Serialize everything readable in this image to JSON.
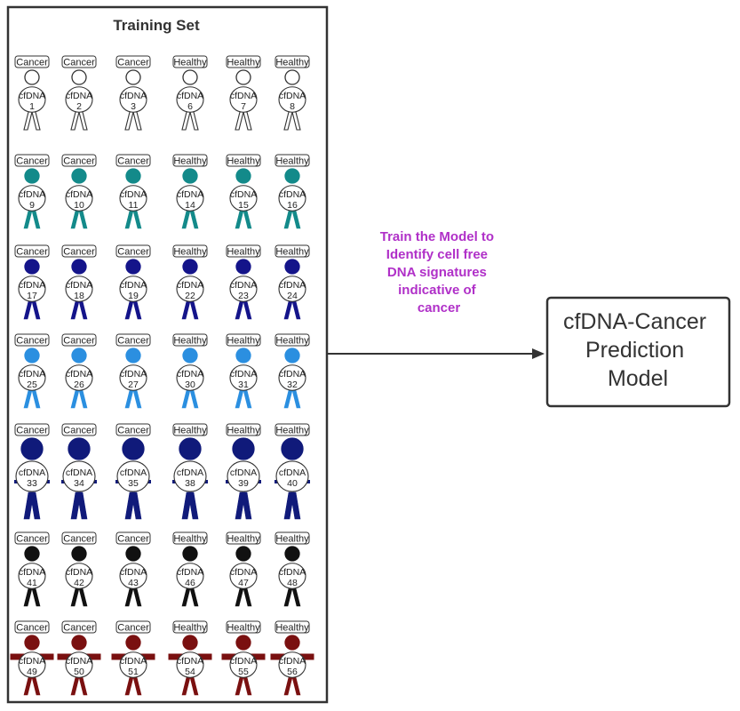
{
  "training_set": {
    "title": "Training Set",
    "rows": [
      {
        "color": "#ffffff",
        "figures": [
          {
            "label": "Cancer",
            "text": "cfDNA",
            "number": "1"
          },
          {
            "label": "Cancer",
            "text": "cfDNA",
            "number": "2"
          },
          {
            "label": "Cancer",
            "text": "cfDNA",
            "number": "3"
          },
          {
            "label": "Healthy",
            "text": "cfDNA",
            "number": "6"
          },
          {
            "label": "Healthy",
            "text": "cfDNA",
            "number": "7"
          },
          {
            "label": "Healthy",
            "text": "cfDNA",
            "number": "8"
          }
        ]
      },
      {
        "color": "#138a8a",
        "figures": [
          {
            "label": "Cancer",
            "text": "cfDNA",
            "number": "9"
          },
          {
            "label": "Cancer",
            "text": "cfDNA",
            "number": "10"
          },
          {
            "label": "Cancer",
            "text": "cfDNA",
            "number": "11"
          },
          {
            "label": "Healthy",
            "text": "cfDNA",
            "number": "14"
          },
          {
            "label": "Healthy",
            "text": "cfDNA",
            "number": "15"
          },
          {
            "label": "Healthy",
            "text": "cfDNA",
            "number": "16"
          }
        ]
      },
      {
        "color": "#14148a",
        "figures": [
          {
            "label": "Cancer",
            "text": "cfDNA",
            "number": "17"
          },
          {
            "label": "Cancer",
            "text": "cfDNA",
            "number": "18"
          },
          {
            "label": "Cancer",
            "text": "cfDNA",
            "number": "19"
          },
          {
            "label": "Healthy",
            "text": "cfDNA",
            "number": "22"
          },
          {
            "label": "Healthy",
            "text": "cfDNA",
            "number": "23"
          },
          {
            "label": "Healthy",
            "text": "cfDNA",
            "number": "24"
          }
        ]
      },
      {
        "color": "#2b8fe0",
        "figures": [
          {
            "label": "Cancer",
            "text": "cfDNA",
            "number": "25"
          },
          {
            "label": "Cancer",
            "text": "cfDNA",
            "number": "26"
          },
          {
            "label": "Cancer",
            "text": "cfDNA",
            "number": "27"
          },
          {
            "label": "Healthy",
            "text": "cfDNA",
            "number": "30"
          },
          {
            "label": "Healthy",
            "text": "cfDNA",
            "number": "31"
          },
          {
            "label": "Healthy",
            "text": "cfDNA",
            "number": "32"
          }
        ]
      },
      {
        "color": "#101a7a",
        "figures": [
          {
            "label": "Cancer",
            "text": "cfDNA",
            "number": "33"
          },
          {
            "label": "Cancer",
            "text": "cfDNA",
            "number": "34"
          },
          {
            "label": "Cancer",
            "text": "cfDNA",
            "number": "35"
          },
          {
            "label": "Healthy",
            "text": "cfDNA",
            "number": "38"
          },
          {
            "label": "Healthy",
            "text": "cfDNA",
            "number": "39"
          },
          {
            "label": "Healthy",
            "text": "cfDNA",
            "number": "40"
          }
        ]
      },
      {
        "color": "#111111",
        "figures": [
          {
            "label": "Cancer",
            "text": "cfDNA",
            "number": "41"
          },
          {
            "label": "Cancer",
            "text": "cfDNA",
            "number": "42"
          },
          {
            "label": "Cancer",
            "text": "cfDNA",
            "number": "43"
          },
          {
            "label": "Healthy",
            "text": "cfDNA",
            "number": "46"
          },
          {
            "label": "Healthy",
            "text": "cfDNA",
            "number": "47"
          },
          {
            "label": "Healthy",
            "text": "cfDNA",
            "number": "48"
          }
        ]
      },
      {
        "color": "#7a1010",
        "figures": [
          {
            "label": "Cancer",
            "text": "cfDNA",
            "number": "49"
          },
          {
            "label": "Cancer",
            "text": "cfDNA",
            "number": "50"
          },
          {
            "label": "Cancer",
            "text": "cfDNA",
            "number": "51"
          },
          {
            "label": "Healthy",
            "text": "cfDNA",
            "number": "54"
          },
          {
            "label": "Healthy",
            "text": "cfDNA",
            "number": "55"
          },
          {
            "label": "Healthy",
            "text": "cfDNA",
            "number": "56"
          }
        ]
      }
    ]
  },
  "arrow_label": [
    "Train the Model to",
    "Identify cell free",
    "DNA signatures",
    "indicative of",
    "cancer"
  ],
  "arrow_label_color": "#b030c8",
  "model_box": [
    "cfDNA-Cancer",
    "Prediction",
    "Model"
  ]
}
